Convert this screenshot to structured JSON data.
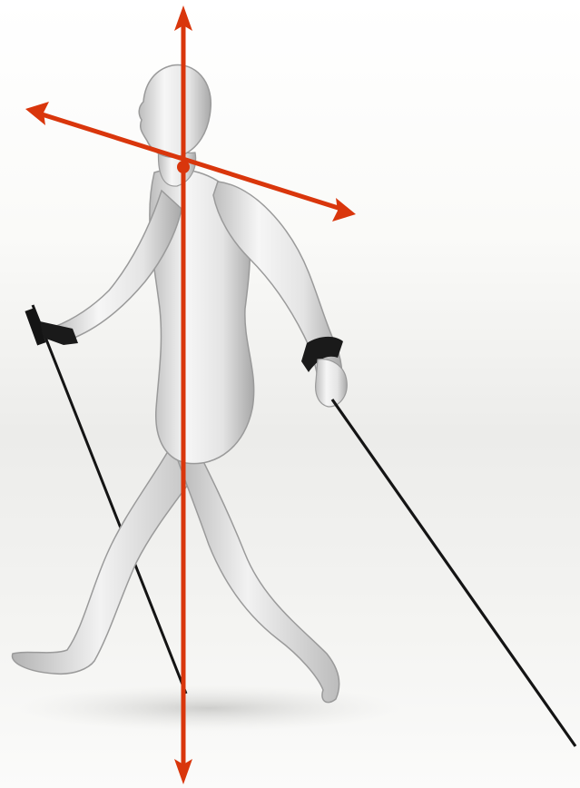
{
  "figure": {
    "subject": "walker-figure",
    "colors": {
      "axis": "#d9360c",
      "pole": "#141414",
      "skin_light": "#f4f4f4",
      "skin_mid": "#dcdcdc",
      "skin_shadow": "#a9a9a9",
      "ground_shadow": "#cfcfcd"
    },
    "icons": {
      "vertical_axis": "double-arrow-vertical",
      "tilt_axis": "double-arrow-diagonal",
      "pivot": "dot"
    }
  }
}
